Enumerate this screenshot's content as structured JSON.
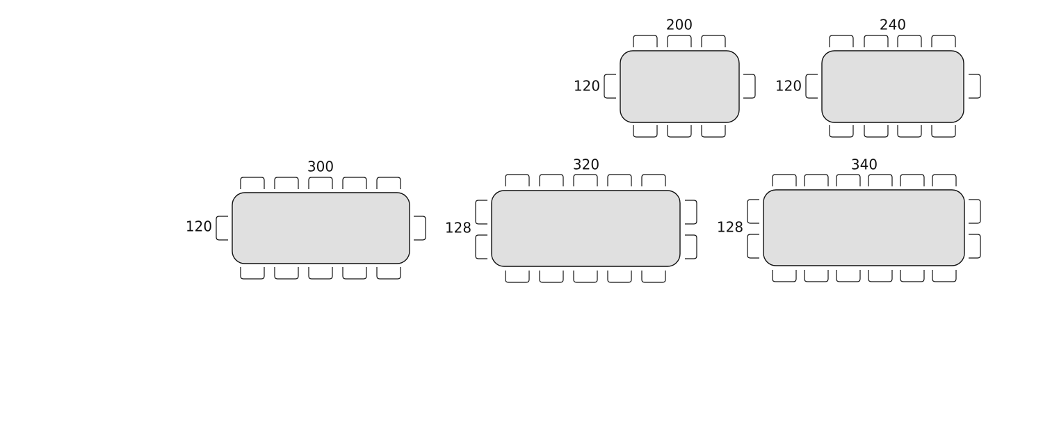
{
  "tables": [
    {
      "length_label": "200",
      "width_label": "120",
      "chairs_per_long_side": 3,
      "chairs_per_end": 1
    },
    {
      "length_label": "240",
      "width_label": "120",
      "chairs_per_long_side": 4,
      "chairs_per_end": 1
    },
    {
      "length_label": "300",
      "width_label": "120",
      "chairs_per_long_side": 5,
      "chairs_per_end": 1
    },
    {
      "length_label": "320",
      "width_label": "128",
      "chairs_per_long_side": 5,
      "chairs_per_end": 2
    },
    {
      "length_label": "340",
      "width_label": "128",
      "chairs_per_long_side": 6,
      "chairs_per_end": 2
    }
  ],
  "colors": {
    "table_fill": "#e0e0e0",
    "stroke": "#111111"
  }
}
